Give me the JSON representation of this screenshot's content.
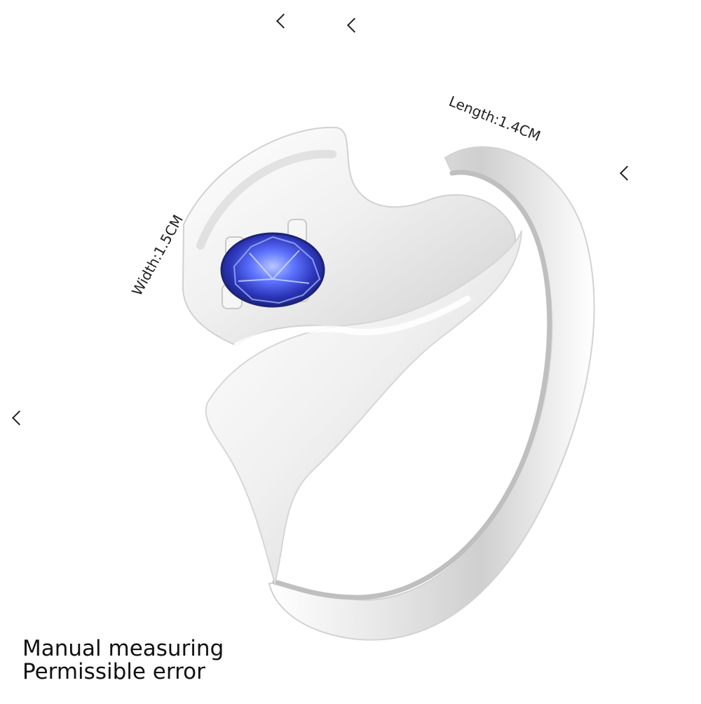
{
  "labels": {
    "width": "Width:1.5CM",
    "length": "Length:1.4CM"
  },
  "footer": {
    "line1": "Manual measuring",
    "line2": "Permissible error"
  },
  "colors": {
    "silver_light": "#f4f4f4",
    "silver_mid": "#d7d7d7",
    "silver_dark": "#b9b9b9",
    "gem_blue": "#2b35b8",
    "gem_light": "#6f8eff"
  }
}
